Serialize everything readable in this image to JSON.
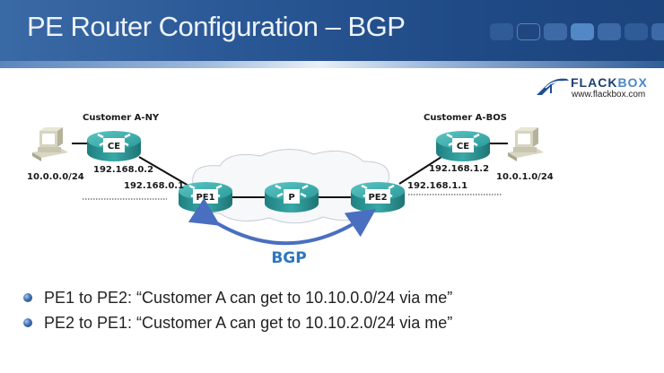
{
  "slide": {
    "title": "PE Router Configuration – BGP",
    "progress_tiles": 7,
    "active_tile_index": 3,
    "outlined_tile_index": 1
  },
  "logo": {
    "name_part1": "FLACK",
    "name_part2": "BOX",
    "url": "www.flackbox.com"
  },
  "diagram": {
    "sites": [
      {
        "name": "Customer A-NY",
        "router": "CE",
        "host_subnet": "10.0.0.0/24",
        "ce_ip": "192.168.0.2",
        "pe_ip": "192.168.0.1"
      },
      {
        "name": "Customer A-BOS",
        "router": "CE",
        "host_subnet": "10.0.1.0/24",
        "ce_ip": "192.168.1.2",
        "pe_ip": "192.168.1.1"
      }
    ],
    "provider_routers": [
      "PE1",
      "P",
      "PE2"
    ],
    "session_label": "BGP",
    "colors": {
      "router": "#2a9a9a",
      "router_dark": "#1d7474",
      "arrow": "#4a6fc0",
      "bgp_text": "#2c77c0"
    }
  },
  "bullets": [
    "PE1 to PE2: “Customer A can get to 10.10.0.0/24 via me”",
    "PE2 to PE1: “Customer A can get to 10.10.2.0/24 via me”"
  ]
}
